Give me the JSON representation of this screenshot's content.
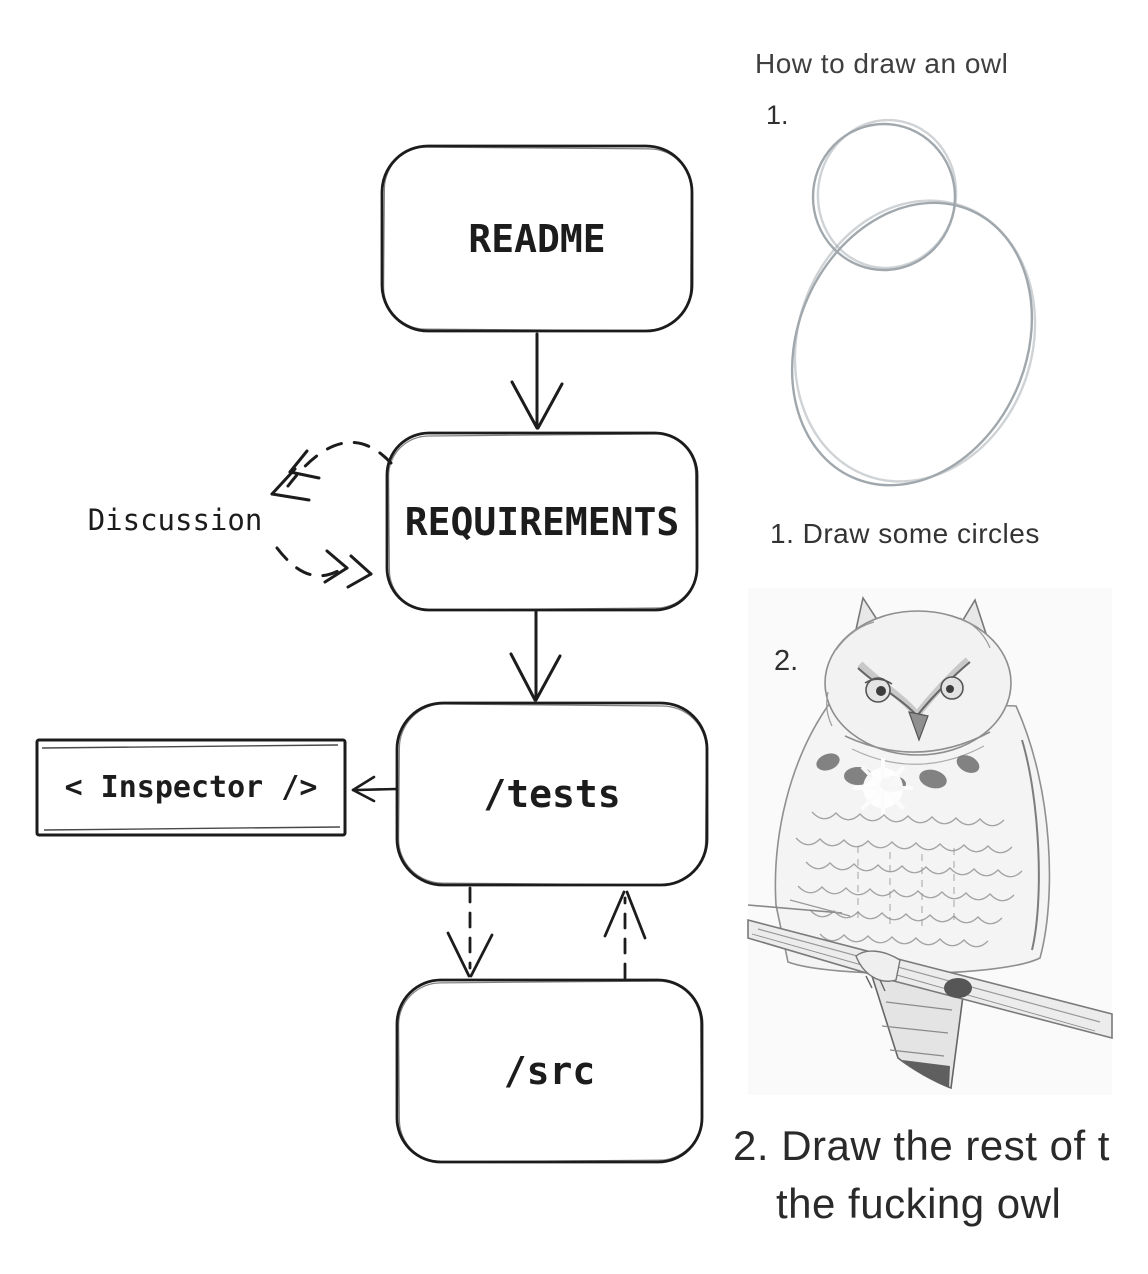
{
  "flowchart": {
    "nodes": [
      {
        "id": "readme",
        "label": "README"
      },
      {
        "id": "requirements",
        "label": "REQUIREMENTS"
      },
      {
        "id": "tests",
        "label": "/tests"
      },
      {
        "id": "src",
        "label": "/src"
      }
    ],
    "side_labels": {
      "discussion": "Discussion",
      "inspector": "< Inspector />"
    }
  },
  "owl_panel": {
    "title": "How to draw an owl",
    "step1": {
      "number": "1.",
      "caption": "1. Draw some circles"
    },
    "step2": {
      "number": "2.",
      "caption_line1": "2. Draw the rest of t",
      "caption_line2": "the fucking owl"
    }
  },
  "colors": {
    "ink": "#1c1c1c",
    "pencil_sketch": "#a0a8ad",
    "caption_text": "#2a2a2a",
    "title_text": "#3f3f3f",
    "owl_photo_background": "#fafafa"
  }
}
